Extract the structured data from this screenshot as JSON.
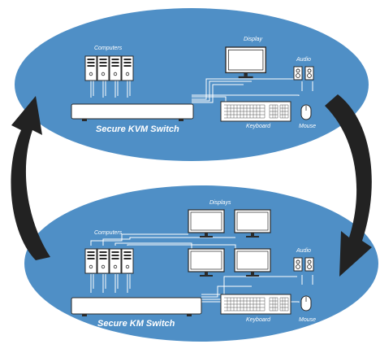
{
  "top_panel": {
    "computers_label": "Computers",
    "display_label": "Display",
    "audio_label": "Audio",
    "switch_label": "Secure KVM Switch",
    "keyboard_label": "Keyboard",
    "mouse_label": "Mouse"
  },
  "bottom_panel": {
    "displays_label": "Displays",
    "computers_label": "Computers",
    "audio_label": "Audio",
    "switch_label": "Secure KM Switch",
    "keyboard_label": "Keyboard",
    "mouse_label": "Mouse"
  },
  "colors": {
    "ellipse_fill": "#4f8fc6",
    "cable": "#ffffff",
    "arrow": "#222222",
    "device_fill": "#ffffff",
    "device_stroke": "#2a2a2a"
  }
}
